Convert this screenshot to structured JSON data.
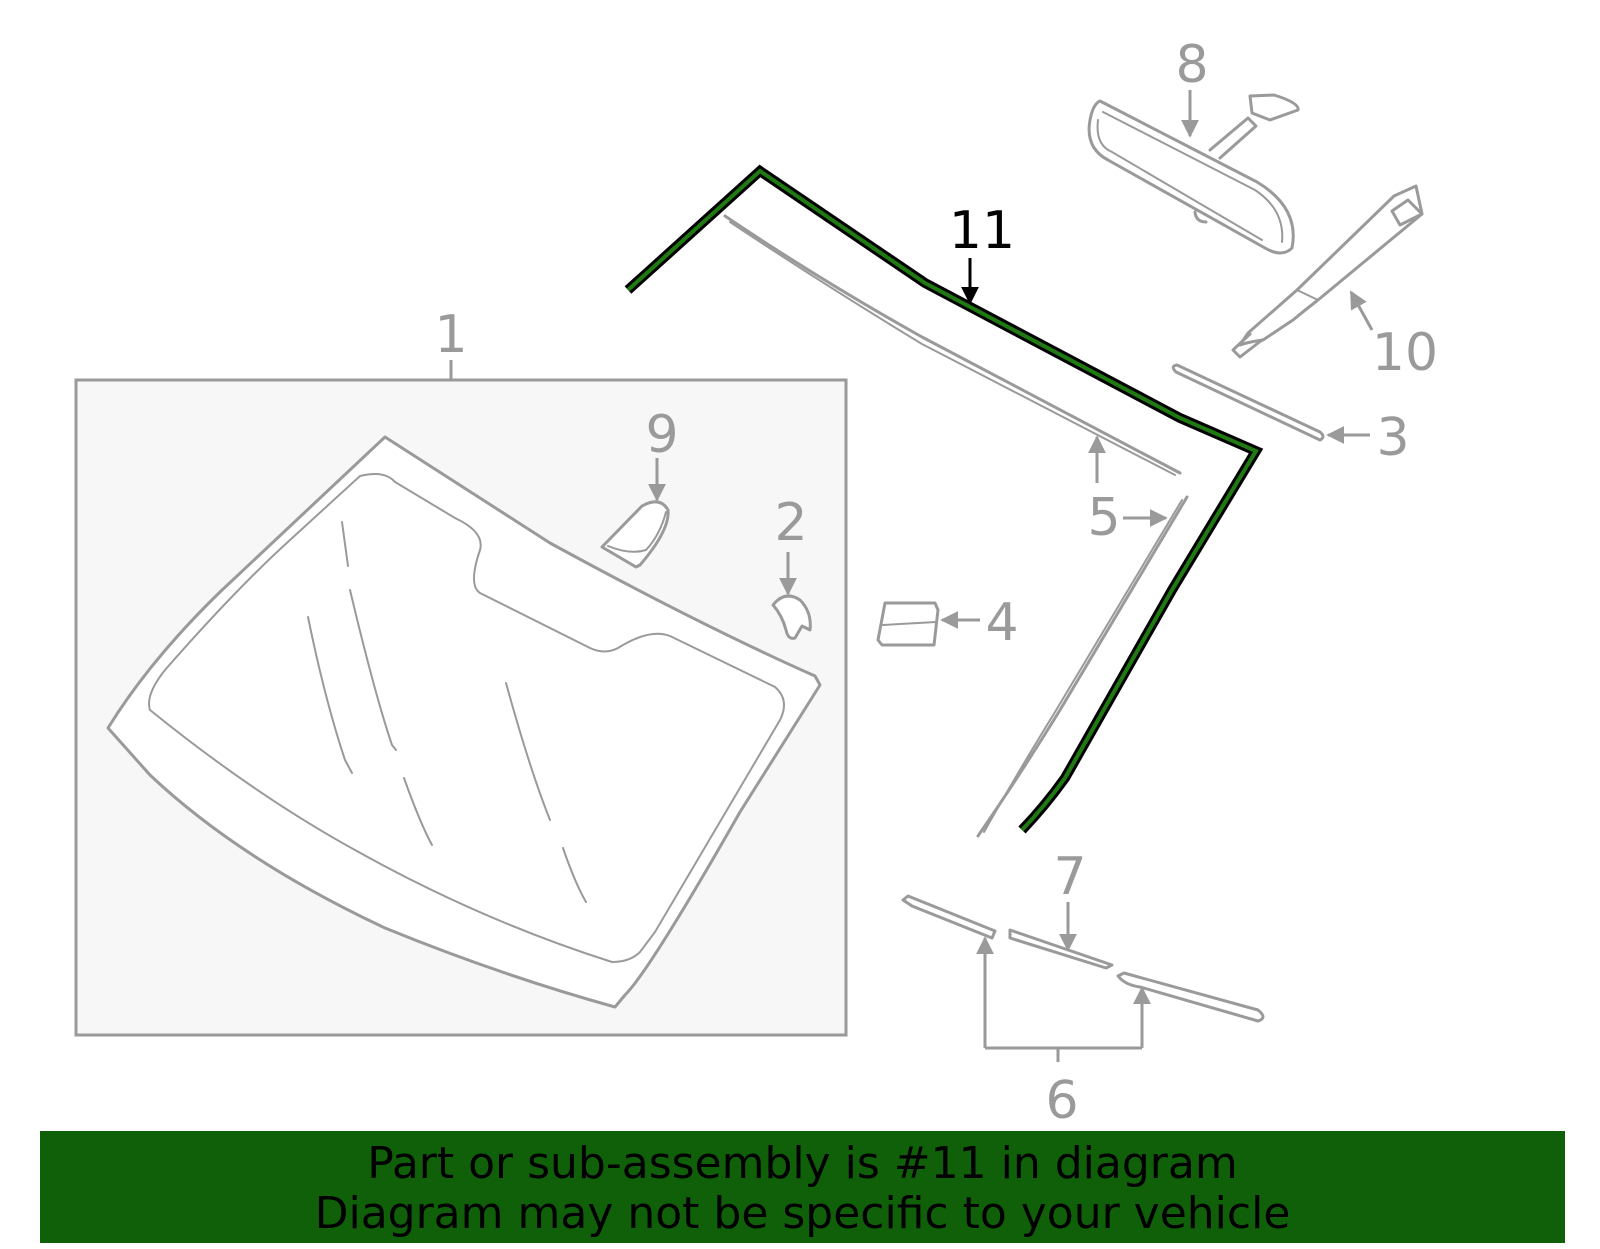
{
  "diagram": {
    "highlighted_part": "11",
    "callouts": [
      "1",
      "2",
      "3",
      "4",
      "5",
      "6",
      "7",
      "8",
      "9",
      "10",
      "11"
    ]
  },
  "colors": {
    "part_gray": "#9a9a9a",
    "highlight_green": "#1f7a12",
    "banner_green": "#10600a",
    "box_fill": "#f7f7f7"
  },
  "banner": {
    "line1": "Part or sub-assembly is #11 in diagram",
    "line2": "Diagram may not be specific to your vehicle"
  }
}
